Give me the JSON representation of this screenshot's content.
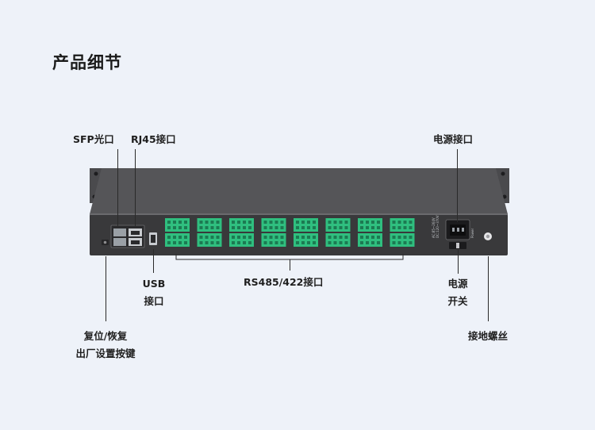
{
  "title": "产品细节",
  "callouts": {
    "sfp": "SFP光口",
    "rj45": "RJ45接口",
    "power_port": "电源接口",
    "usb_line1": "USB",
    "usb_line2": "接口",
    "rs485": "RS485/422接口",
    "power_switch_line1": "电源",
    "power_switch_line2": "开关",
    "reset_line1": "复位/恢复",
    "reset_line2": "出厂设置按键",
    "ground": "接地螺丝"
  },
  "device": {
    "terminal_block_count": 8,
    "terminal_color": "#2fbf7f",
    "body_color": "#3a3a3c",
    "top_color": "#555558",
    "power_label_1": "AC:85~264V",
    "power_label_2": "DC:120~370V",
    "power_text": "Power"
  }
}
